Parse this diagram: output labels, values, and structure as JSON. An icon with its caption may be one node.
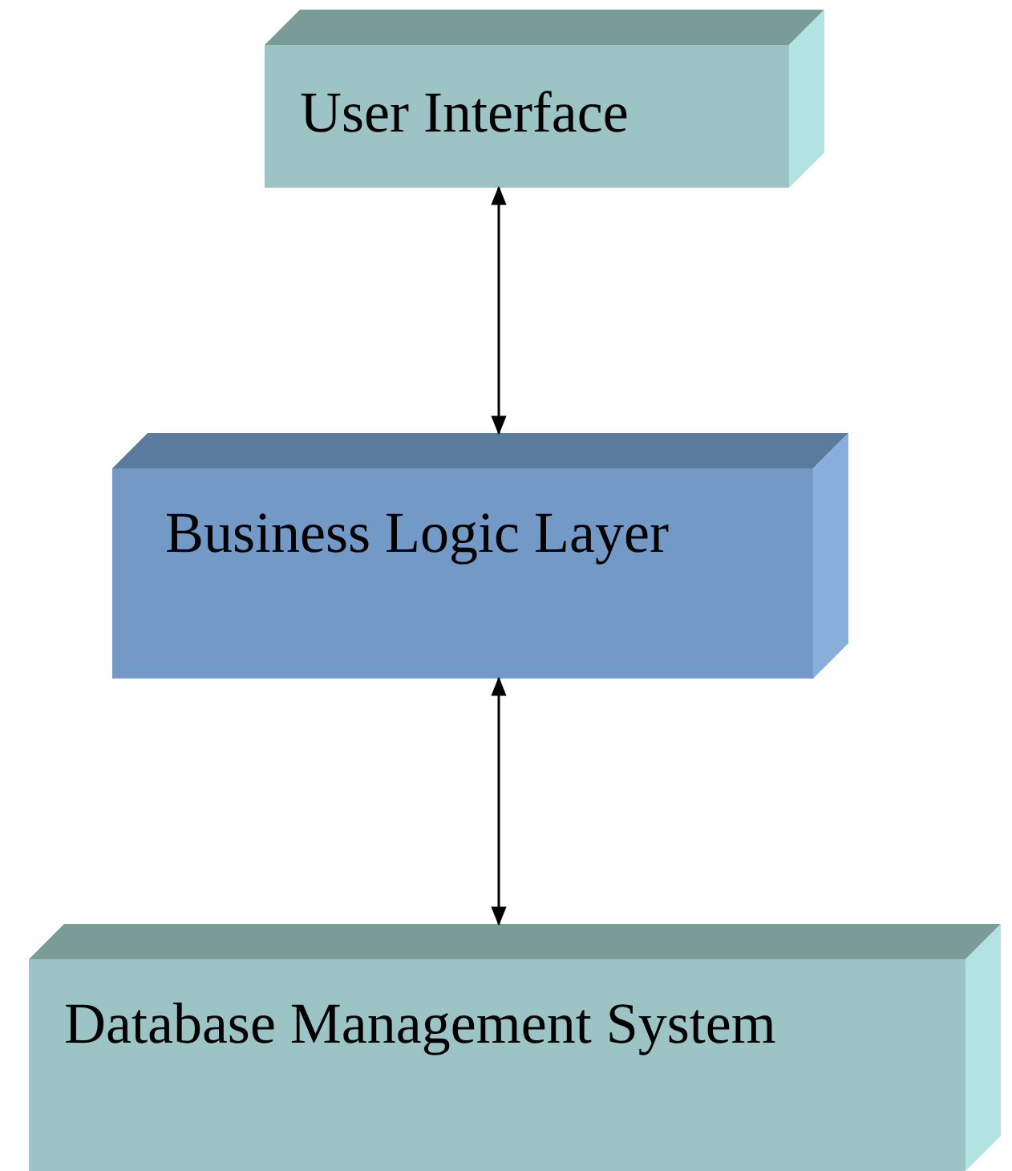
{
  "diagram": {
    "nodes": [
      {
        "text": [
          "User Interface"
        ]
      },
      {
        "text": [
          "Business Logic Layer"
        ]
      },
      {
        "text": [
          "Database Management System"
        ]
      }
    ],
    "edges": [
      {
        "from": 0,
        "to": 1,
        "arrow": "both"
      },
      {
        "from": 1,
        "to": 2,
        "arrow": "both"
      }
    ]
  }
}
